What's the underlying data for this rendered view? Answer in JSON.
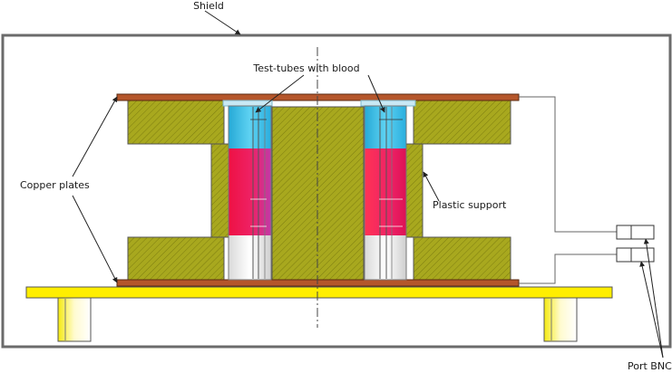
{
  "labels": {
    "shield": "Shield",
    "test_tubes": "Test-tubes with blood",
    "copper_plates": "Copper plates",
    "plastic_support": "Plastic support",
    "port_bnc": "Port BNC"
  },
  "colors": {
    "shield_border": "#6b6b6b",
    "copper": "#b5562b",
    "support_fill": "#a8a81e",
    "base_fill": "#ffee00",
    "tube_blue": "#3ec1e6",
    "tube_blood": "#ee2266",
    "tube_blood_dark": "#cc33aa",
    "tube_glass": "#f2f2f2",
    "leader": "#222222"
  }
}
